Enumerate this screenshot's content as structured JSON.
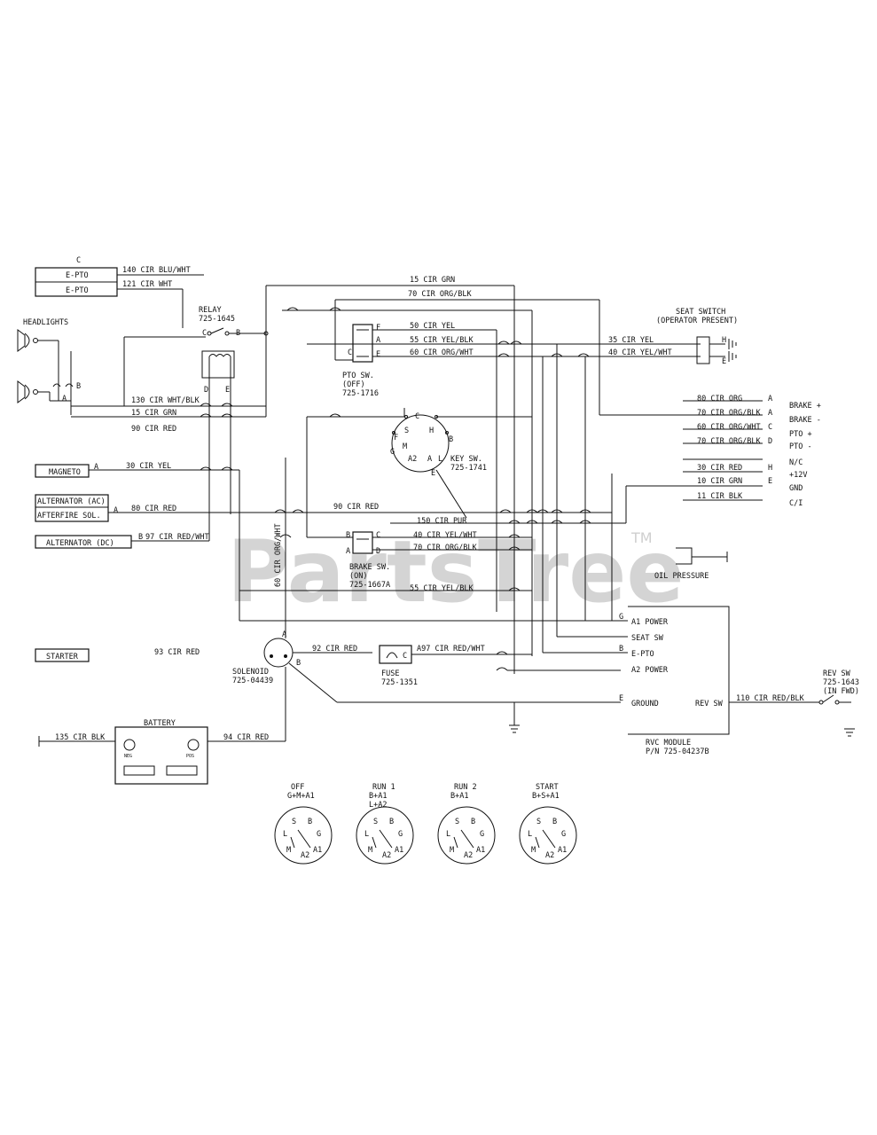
{
  "watermark": {
    "text": "PartsTree",
    "tm": "TM"
  },
  "top_connector": {
    "letter": "C",
    "rows": [
      {
        "name": "E-PTO",
        "wire": "140 CIR BLU/WHT"
      },
      {
        "name": "E-PTO",
        "wire": "121 CIR WHT"
      }
    ]
  },
  "headlights": {
    "label": "HEADLIGHTS",
    "pins": [
      "B",
      "A"
    ]
  },
  "relay": {
    "label": "RELAY",
    "part": "725-1645",
    "pins": [
      "C",
      "B",
      "D",
      "E"
    ]
  },
  "pto_switch": {
    "label": "PTO SW.",
    "state": "(OFF)",
    "part": "725-1716",
    "pins": [
      "F",
      "A",
      "C",
      "E"
    ]
  },
  "key_switch": {
    "label": "KEY SW.",
    "part": "725-1741",
    "pins": [
      "C",
      "S",
      "H",
      "B",
      "F",
      "M",
      "G",
      "A2",
      "A",
      "L",
      "E"
    ]
  },
  "seat_switch": {
    "label": "SEAT SWITCH",
    "note": "(OPERATOR PRESENT)",
    "pins": [
      "H",
      "E"
    ]
  },
  "brake_switch": {
    "label": "BRAKE SW.",
    "state": "(ON)",
    "part": "725-1667A",
    "pins": [
      "B",
      "C",
      "A",
      "D"
    ]
  },
  "solenoid": {
    "label": "SOLENOID",
    "part": "725-04439",
    "pins": [
      "A",
      "B"
    ]
  },
  "fuse": {
    "label": "FUSE",
    "part": "725-1351",
    "pin": "C"
  },
  "battery": {
    "label": "BATTERY",
    "neg_label": "NEG",
    "pos_label": "POS"
  },
  "wires": {
    "top_grn": "15 CIR GRN",
    "top_org_blk": "70 CIR ORG/BLK",
    "yel_50": "50 CIR YEL",
    "yel_blk_55": "55 CIR YEL/BLK",
    "org_wht_60": "60 CIR ORG/WHT",
    "yel_35": "35 CIR YEL",
    "yel_wht_40": "40 CIR YEL/WHT",
    "wht_blk_130": "130 CIR WHT/BLK",
    "grn_15": "15 CIR GRN",
    "red_90": "90 CIR RED",
    "yel_30": "30 CIR YEL",
    "red_80": "80 CIR RED",
    "red_wht_97": "97 CIR RED/WHT",
    "red_90b": "90 CIR RED",
    "pur_150": "150 CIR PUR",
    "yel_wht_40b": "40 CIR YEL/WHT",
    "org_blk_70b": "70 CIR ORG/BLK",
    "org_wht_60v": "60 CIR ORG/WHT",
    "yel_blk_55b": "55 CIR YEL/BLK",
    "red_93": "93 CIR RED",
    "red_92": "92 CIR RED",
    "red_wht_97b": "A97 CIR RED/WHT",
    "blk_135": "135 CIR BLK",
    "red_94": "94 CIR RED",
    "red_blk_110": "110 CIR RED/BLK"
  },
  "left_modules": {
    "magneto": {
      "label": "MAGNETO",
      "pin": "A"
    },
    "alternator_ac": {
      "label": "ALTERNATOR (AC)"
    },
    "afterfire": {
      "label": "AFTERFIRE SOL.",
      "pin": "A"
    },
    "alternator_dc": {
      "label": "ALTERNATOR (DC)",
      "pin": "B"
    },
    "starter": {
      "label": "STARTER"
    }
  },
  "right_connector": {
    "rows": [
      {
        "wire": "80 CIR ORG",
        "pin": "A",
        "label": "BRAKE +"
      },
      {
        "wire": "70 CIR ORG/BLK",
        "pin": "A",
        "label": "BRAKE -"
      },
      {
        "wire": "60 CIR ORG/WHT",
        "pin": "C",
        "label": "PTO +"
      },
      {
        "wire": "70 CIR ORG/BLK",
        "pin": "D",
        "label": "PTO -"
      },
      {
        "wire": "30 CIR RED",
        "pin": "H",
        "label": "N/C"
      },
      {
        "wire": "10 CIR GRN",
        "pin": "E",
        "label": "+12V"
      },
      {
        "wire": "",
        "pin": "",
        "label": "GND"
      },
      {
        "wire": "11 CIR BLK",
        "pin": "",
        "label": "C/I"
      }
    ]
  },
  "oil_pressure": {
    "label": "OIL PRESSURE"
  },
  "rvc_module": {
    "label": "RVC MODULE",
    "part": "P/N 725-04237B",
    "pins": [
      {
        "pin": "G",
        "label": "A1 POWER"
      },
      {
        "pin": "",
        "label": "SEAT SW"
      },
      {
        "pin": "B",
        "label": "E-PTO"
      },
      {
        "pin": "",
        "label": "A2 POWER"
      },
      {
        "pin": "E",
        "label": "GROUND"
      }
    ],
    "rev_label": "REV SW"
  },
  "rev_switch": {
    "label": "REV SW",
    "part": "725-1643",
    "state": "(IN FWD)"
  },
  "positions": [
    {
      "title": "OFF",
      "logic": "G+M+A1",
      "letters": [
        "S",
        "B",
        "L",
        "G",
        "M",
        "A2",
        "A1"
      ]
    },
    {
      "title": "RUN 1",
      "logic": "B+A1",
      "logic2": "L+A2",
      "letters": [
        "S",
        "B",
        "L",
        "G",
        "M",
        "A2",
        "A1"
      ]
    },
    {
      "title": "RUN 2",
      "logic": "B+A1",
      "letters": [
        "S",
        "B",
        "L",
        "G",
        "M",
        "A2",
        "A1"
      ]
    },
    {
      "title": "START",
      "logic": "B+S+A1",
      "letters": [
        "S",
        "B",
        "L",
        "G",
        "M",
        "A2",
        "A1"
      ]
    }
  ]
}
